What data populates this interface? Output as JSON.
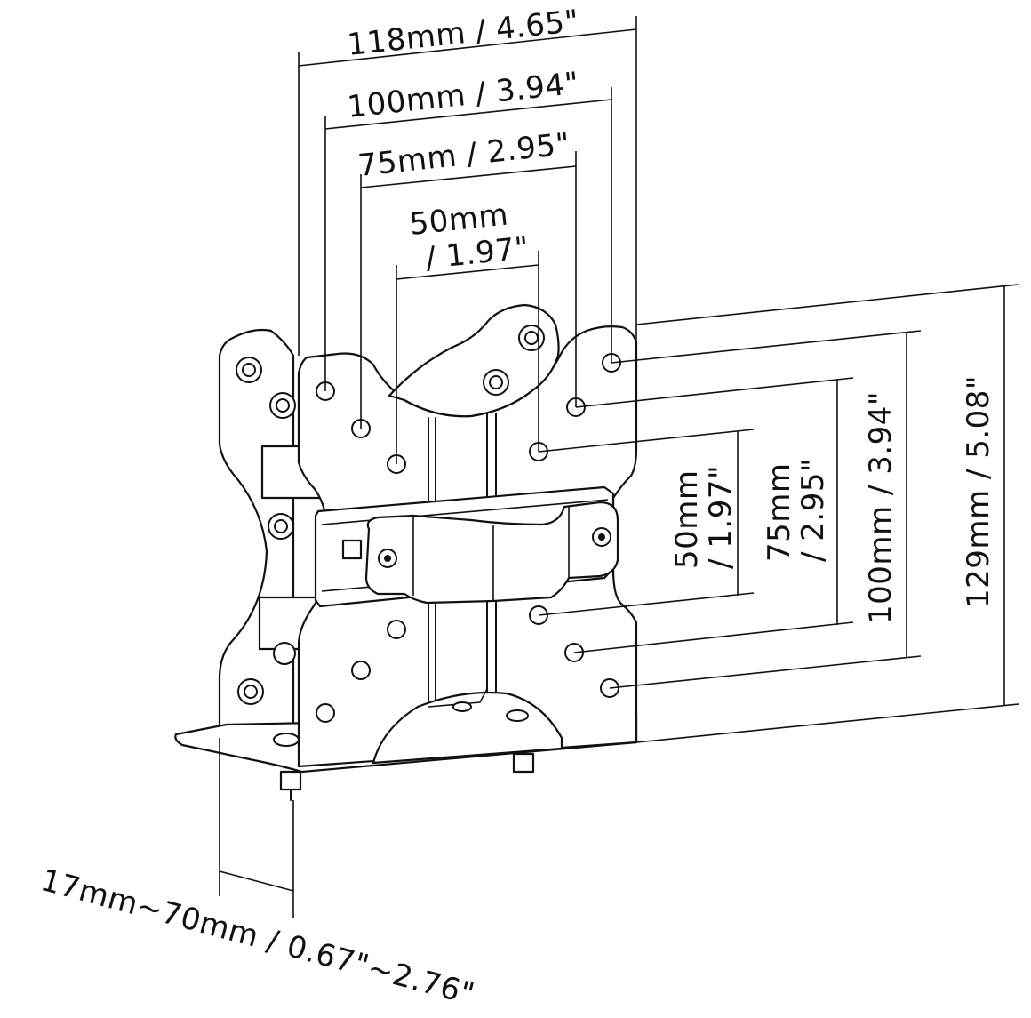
{
  "labels": {
    "h118": "118mm / 4.65\"",
    "h100": "100mm / 3.94\"",
    "h75": "75mm / 2.95\"",
    "h50_line1": "50mm",
    "h50_line2": "/ 1.97\"",
    "v50_line1": "50mm",
    "v50_line2": "/ 1.97\"",
    "v75_line1": "75mm",
    "v75_line2": "/ 2.95\"",
    "v100": "100mm / 3.94\"",
    "v129": "129mm / 5.08\"",
    "clamp": "17mm~70mm / 0.67\"~2.76\""
  }
}
